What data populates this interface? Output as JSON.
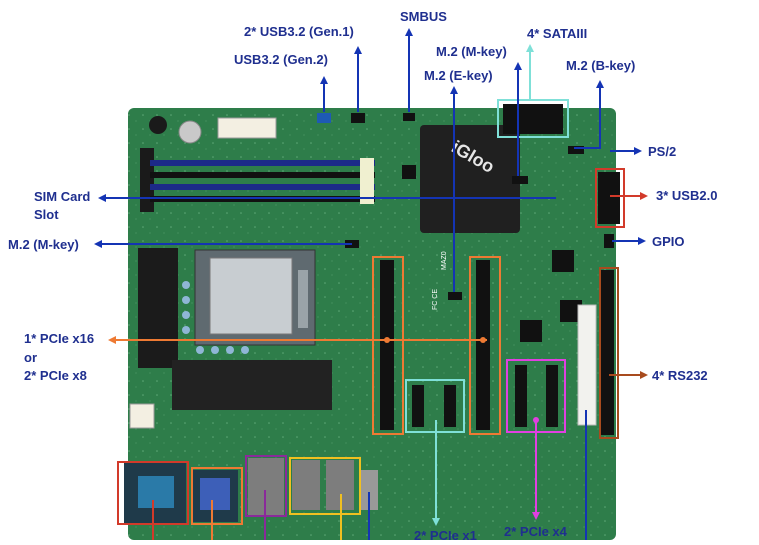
{
  "labels": {
    "usb32_gen1": "2* USB3.2 (Gen.1)",
    "usb32_gen2": "USB3.2 (Gen.2)",
    "smbus": "SMBUS",
    "sata": "4* SATAIII",
    "m2_m_top": "M.2 (M-key)",
    "m2_e": "M.2 (E-key)",
    "m2_b": "M.2 (B-key)",
    "ps2": "PS/2",
    "usb20": "3* USB2.0",
    "sim_line1": "SIM Card",
    "sim_line2": "Slot",
    "m2_m_left": "M.2 (M-key)",
    "gpio": "GPIO",
    "pcie_x16_line1": "1* PCIe x16",
    "pcie_x16_line2": "or",
    "pcie_x16_line3": "2* PCIe x8",
    "rs232": "4* RS232",
    "pcie_x1": "2* PCIe x1",
    "pcie_x4": "2* PCIe x4"
  },
  "board": {
    "heatsink_logo": "iGloo",
    "silkscreen_1": "MAZ0",
    "silkscreen_2": "FC CE"
  },
  "colors": {
    "label_text": "#1f2f8f",
    "arrow_blue": "#1434b4",
    "arrow_orange": "#ee7a33",
    "arrow_red": "#d23a2a",
    "arrow_brown": "#a84b1e",
    "arrow_teal": "#7fe0d8",
    "arrow_magenta": "#e040e0",
    "arrow_purple": "#8a2a9a",
    "arrow_yellow": "#f0c020",
    "pcb_green": "#2e7d4a"
  }
}
